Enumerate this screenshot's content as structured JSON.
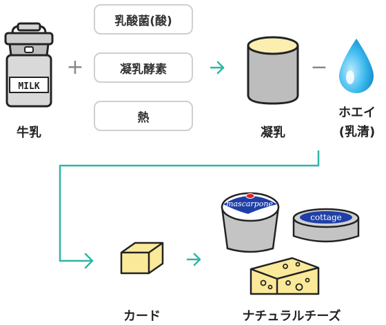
{
  "inputs": {
    "milk_can_text": "MILK",
    "milk_label": "牛乳",
    "plus": "+",
    "ingredients": [
      "乳酸菌(酸)",
      "凝乳酵素",
      "熱"
    ]
  },
  "curd_stage": {
    "label": "凝乳",
    "minus": "−",
    "whey_label_line1": "ホエイ",
    "whey_label_line2": "(乳清)"
  },
  "outputs": {
    "curd_label": "カード",
    "cheese_label": "ナチュラルチーズ",
    "mascarpone_text": "mascarpone",
    "cottage_text": "cottage"
  },
  "colors": {
    "teal": "#2bb6a6",
    "whey_blue": "#1fa8e0",
    "mascarpone_blue": "#1f3fa8",
    "cheese_yellow": "#fbe99a",
    "gray_outline": "#222222"
  }
}
